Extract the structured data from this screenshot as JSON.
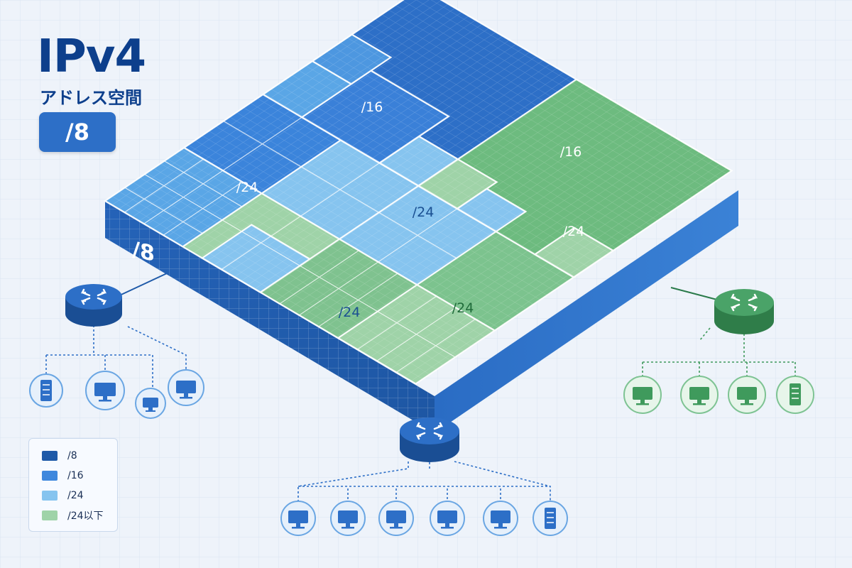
{
  "header": {
    "title": "IPv4",
    "subtitle": "アドレス空間",
    "badge": "/8"
  },
  "block": {
    "side_label": "/8",
    "labels": [
      "/16",
      "/16",
      "/24",
      "/24",
      "/24",
      "/24",
      "/24"
    ]
  },
  "legend": [
    {
      "label": "/8",
      "color": "#1f5aa8"
    },
    {
      "label": "/16",
      "color": "#3f88dd"
    },
    {
      "label": "/24",
      "color": "#86c4ef"
    },
    {
      "label": "/24以下",
      "color": "#9fd3a8"
    }
  ],
  "colors": {
    "blue_router": "#1f5aa8",
    "green_router": "#3f9a5c",
    "blue_device": "#2d6fc7",
    "green_device": "#3f9a5c"
  },
  "routers": {
    "left": {
      "icon": "router-icon",
      "devices": [
        "server-icon",
        "monitor-icon",
        "monitor-icon",
        "monitor-icon"
      ]
    },
    "bottom": {
      "icon": "router-icon",
      "devices": [
        "monitor-icon",
        "monitor-icon",
        "monitor-icon",
        "monitor-icon",
        "monitor-icon",
        "server-icon"
      ]
    },
    "right": {
      "icon": "router-icon",
      "devices": [
        "monitor-icon",
        "monitor-icon",
        "monitor-icon",
        "server-icon"
      ]
    }
  }
}
